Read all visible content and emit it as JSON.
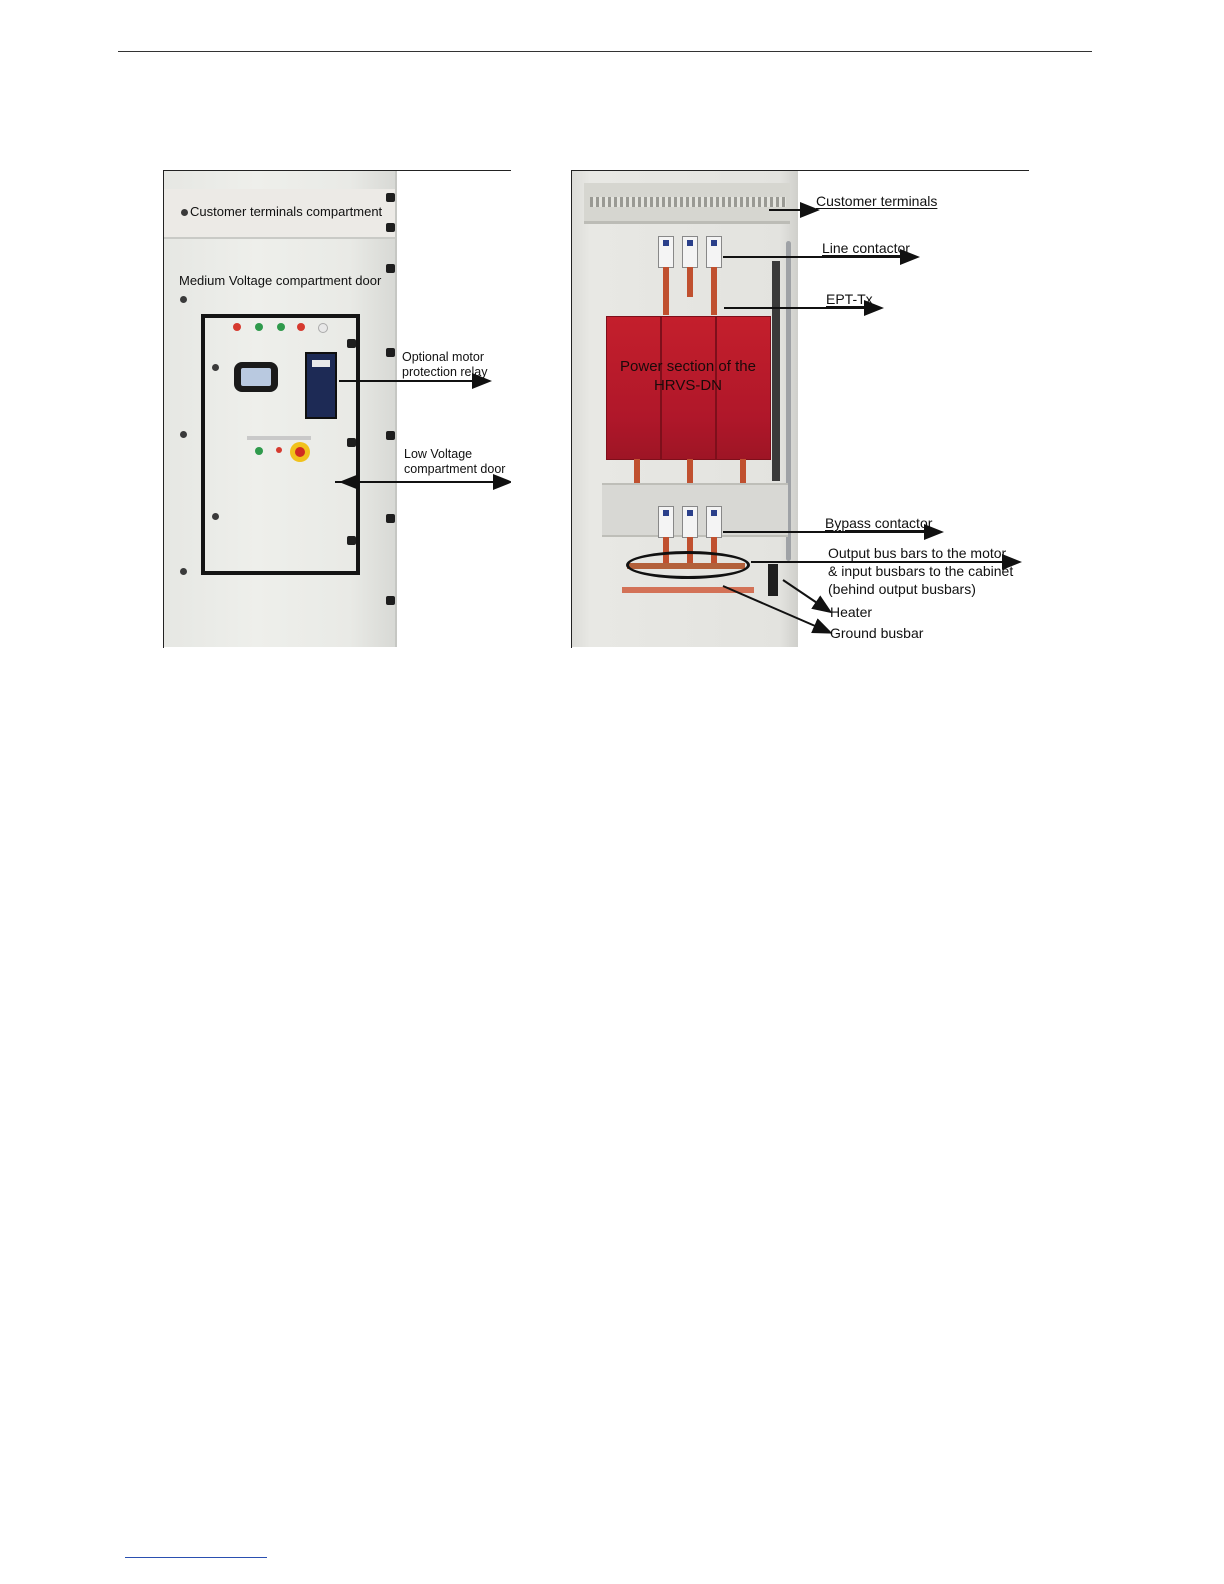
{
  "figure_left": {
    "labels": {
      "customer_terminals_compartment": "Customer terminals compartment",
      "medium_voltage_door": "Medium Voltage compartment door",
      "motor_relay_line1": "Optional motor",
      "motor_relay_line2": "protection relay",
      "low_voltage_line1": "Low Voltage",
      "low_voltage_line2": "compartment door"
    },
    "lamp_colors": [
      "#d63a2f",
      "#2f9a4c",
      "#2f9a4c",
      "#d63a2f",
      "#e8e8e8"
    ]
  },
  "figure_right": {
    "labels": {
      "customer_terminals": "Customer terminals",
      "line_contactor": "Line contactor",
      "ept_tx": "EPT-Tx",
      "power_section_line1": "Power section of the",
      "power_section_line2": "HRVS-DN",
      "bypass_contactor": "Bypass contactor",
      "output_bus_line1": "Output bus bars to the motor",
      "output_bus_line2": "& input busbars to the cabinet",
      "output_bus_line3": "(behind output busbars)",
      "heater": "Heater",
      "ground_busbar": "Ground busbar"
    },
    "module_color": "#c41f2c"
  }
}
